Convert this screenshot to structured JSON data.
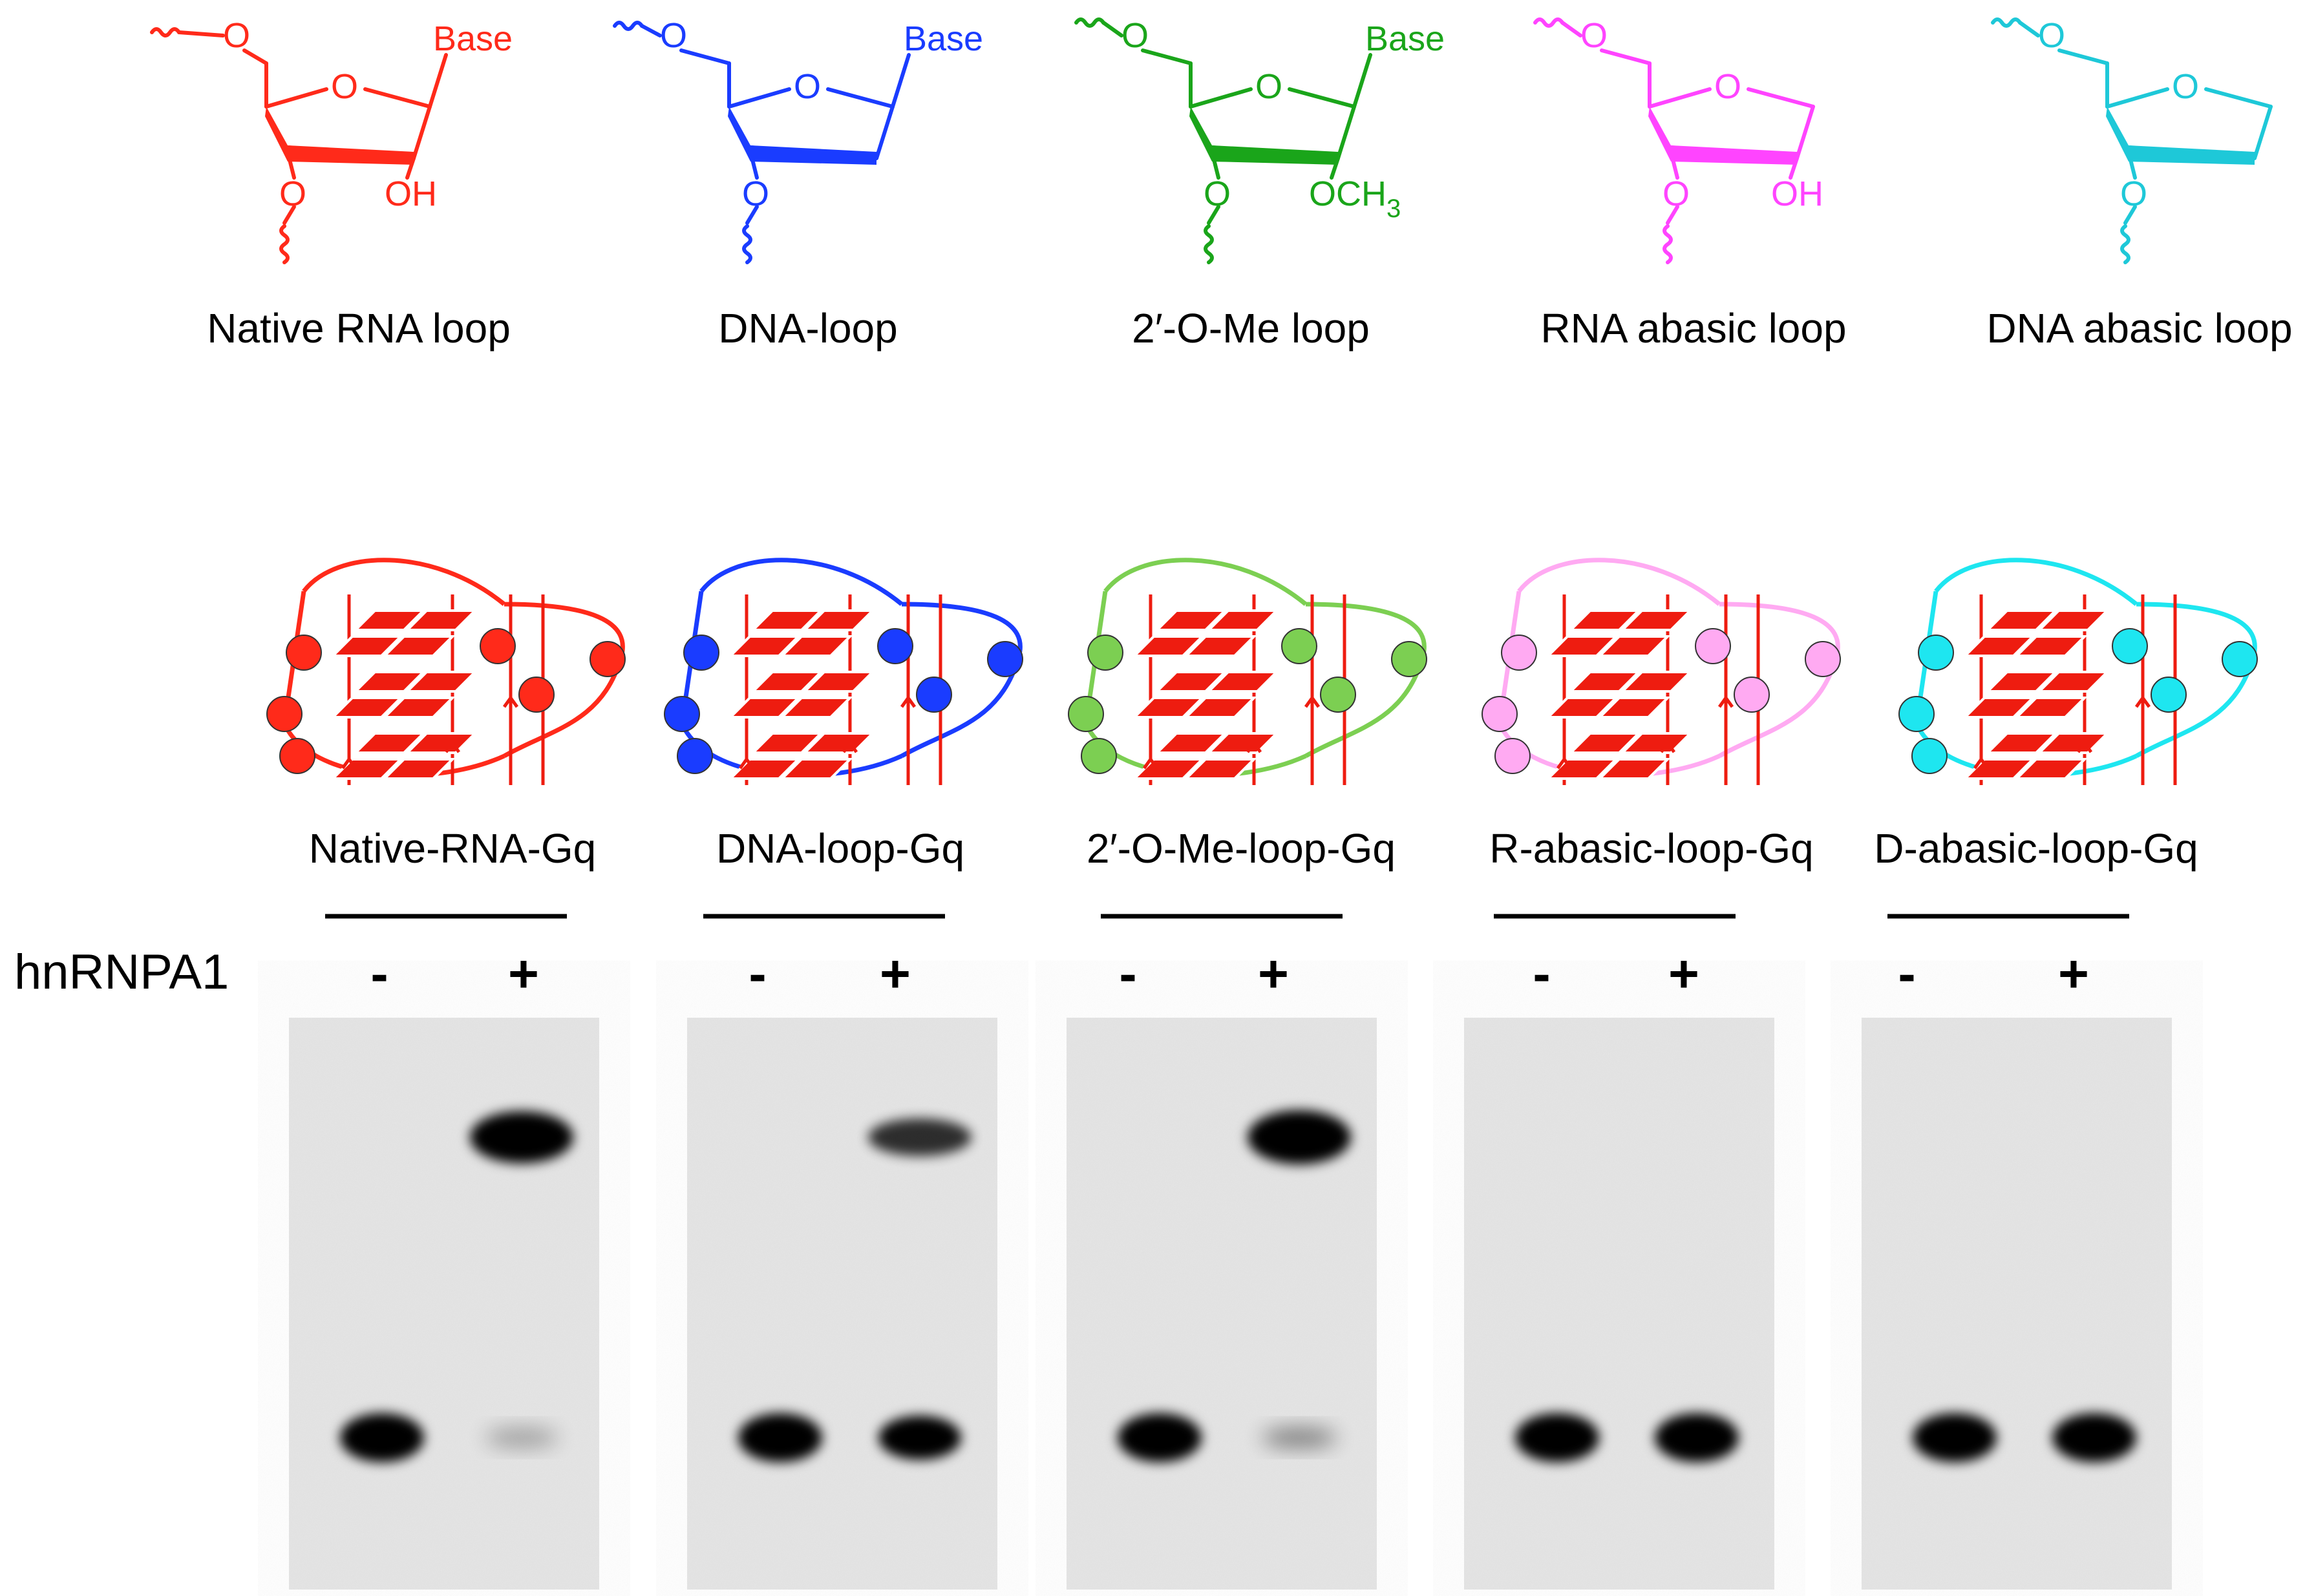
{
  "chemistry": {
    "sugars": [
      {
        "name": "Native RNA loop",
        "color": "#ff2a1a",
        "base": "Base",
        "two_prime": "OH",
        "o_ring": "O",
        "o5": "O",
        "o3": "O"
      },
      {
        "name": "DNA-loop",
        "color": "#1a3cff",
        "base": "Base",
        "two_prime": "",
        "o_ring": "O",
        "o5": "O",
        "o3": "O"
      },
      {
        "name": "2′-O-Me loop",
        "color": "#1aa51a",
        "base": "Base",
        "two_prime": "OCH",
        "two_prime_sub": "3",
        "o_ring": "O",
        "o5": "O",
        "o3": "O"
      },
      {
        "name": "RNA abasic loop",
        "color": "#ff44ff",
        "base": "",
        "two_prime": "OH",
        "o_ring": "O",
        "o5": "O",
        "o3": "O"
      },
      {
        "name": "DNA abasic loop",
        "color": "#1ec8d8",
        "base": "",
        "two_prime": "",
        "o_ring": "O",
        "o5": "O",
        "o3": "O"
      }
    ]
  },
  "quadruplexes": [
    {
      "name": "Native-RNA-Gq",
      "loop_color": "#ff2a1a"
    },
    {
      "name": "DNA-loop-Gq",
      "loop_color": "#1a3cff"
    },
    {
      "name": "2′-O-Me-loop-Gq",
      "loop_color": "#7ccf52"
    },
    {
      "name": "R-abasic-loop-Gq",
      "loop_color": "#ffaaf2"
    },
    {
      "name": "D-abasic-loop-Gq",
      "loop_color": "#1ee6f0"
    }
  ],
  "quartet_color": "#ee1c10",
  "gel": {
    "row_label": "hnRNPA1",
    "minus": "-",
    "plus": "+",
    "panels": [
      {
        "name": "Native-RNA-Gq",
        "lanes": [
          {
            "shifted": 0.0,
            "free": 1.0
          },
          {
            "shifted": 0.95,
            "free": 0.15
          }
        ]
      },
      {
        "name": "DNA-loop-Gq",
        "lanes": [
          {
            "shifted": 0.0,
            "free": 1.0
          },
          {
            "shifted": 0.6,
            "free": 0.9
          }
        ]
      },
      {
        "name": "2′-O-Me-loop-Gq",
        "lanes": [
          {
            "shifted": 0.0,
            "free": 1.0
          },
          {
            "shifted": 1.0,
            "free": 0.3
          }
        ]
      },
      {
        "name": "R-abasic-loop-Gq",
        "lanes": [
          {
            "shifted": 0.0,
            "free": 1.0
          },
          {
            "shifted": 0.0,
            "free": 1.0
          }
        ]
      },
      {
        "name": "D-abasic-loop-Gq",
        "lanes": [
          {
            "shifted": 0.0,
            "free": 1.0
          },
          {
            "shifted": 0.0,
            "free": 1.0
          }
        ]
      }
    ]
  }
}
